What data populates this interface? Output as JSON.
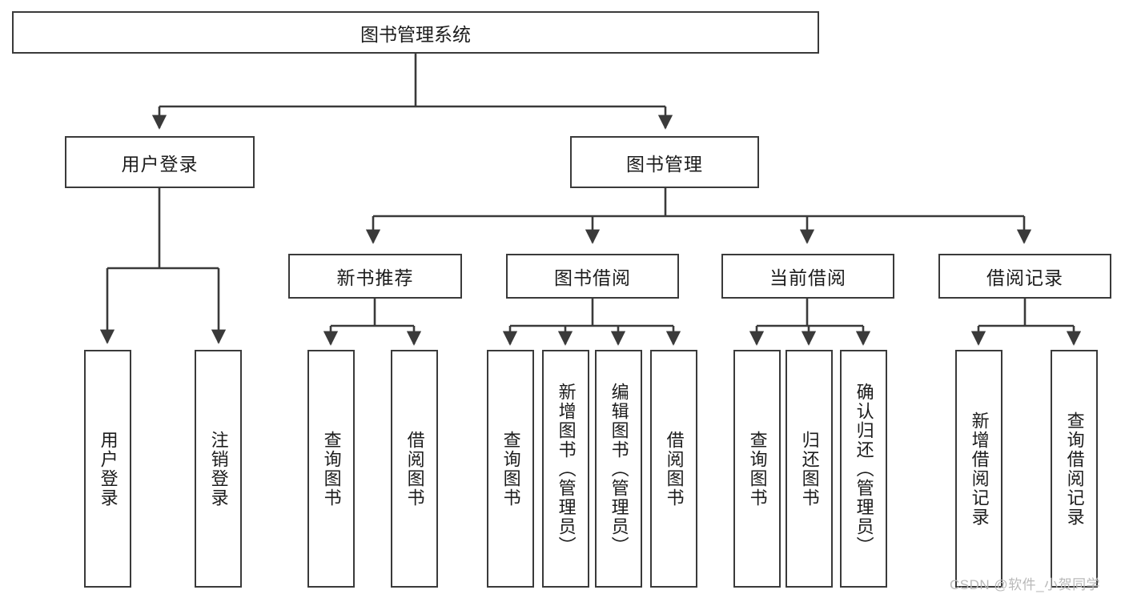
{
  "diagram": {
    "title": "图书管理系统",
    "type": "hierarchy-tree",
    "root": {
      "label": "图书管理系统"
    },
    "level2": [
      {
        "label": "用户登录"
      },
      {
        "label": "图书管理"
      }
    ],
    "level3": [
      {
        "label": "新书推荐",
        "parent": "图书管理"
      },
      {
        "label": "图书借阅",
        "parent": "图书管理"
      },
      {
        "label": "当前借阅",
        "parent": "图书管理"
      },
      {
        "label": "借阅记录",
        "parent": "图书管理"
      }
    ],
    "leaves": {
      "user_login": [
        {
          "label": "用户登录"
        },
        {
          "label": "注销登录"
        }
      ],
      "new_book_recommend": [
        {
          "label": "查询图书"
        },
        {
          "label": "借阅图书"
        }
      ],
      "book_borrow": [
        {
          "label": "查询图书"
        },
        {
          "label": "新增图书（管理员）"
        },
        {
          "label": "编辑图书（管理员）"
        },
        {
          "label": "借阅图书"
        }
      ],
      "current_borrow": [
        {
          "label": "查询图书"
        },
        {
          "label": "归还图书"
        },
        {
          "label": "确认归还（管理员）"
        }
      ],
      "borrow_record": [
        {
          "label": "新增借阅记录"
        },
        {
          "label": "查询借阅记录"
        }
      ]
    },
    "watermark": "CSDN @软件_小贺同学",
    "colors": {
      "stroke": "#3a3a3a",
      "text": "#1c1c1c",
      "background": "#ffffff",
      "watermark": "#b9b9b9"
    }
  }
}
